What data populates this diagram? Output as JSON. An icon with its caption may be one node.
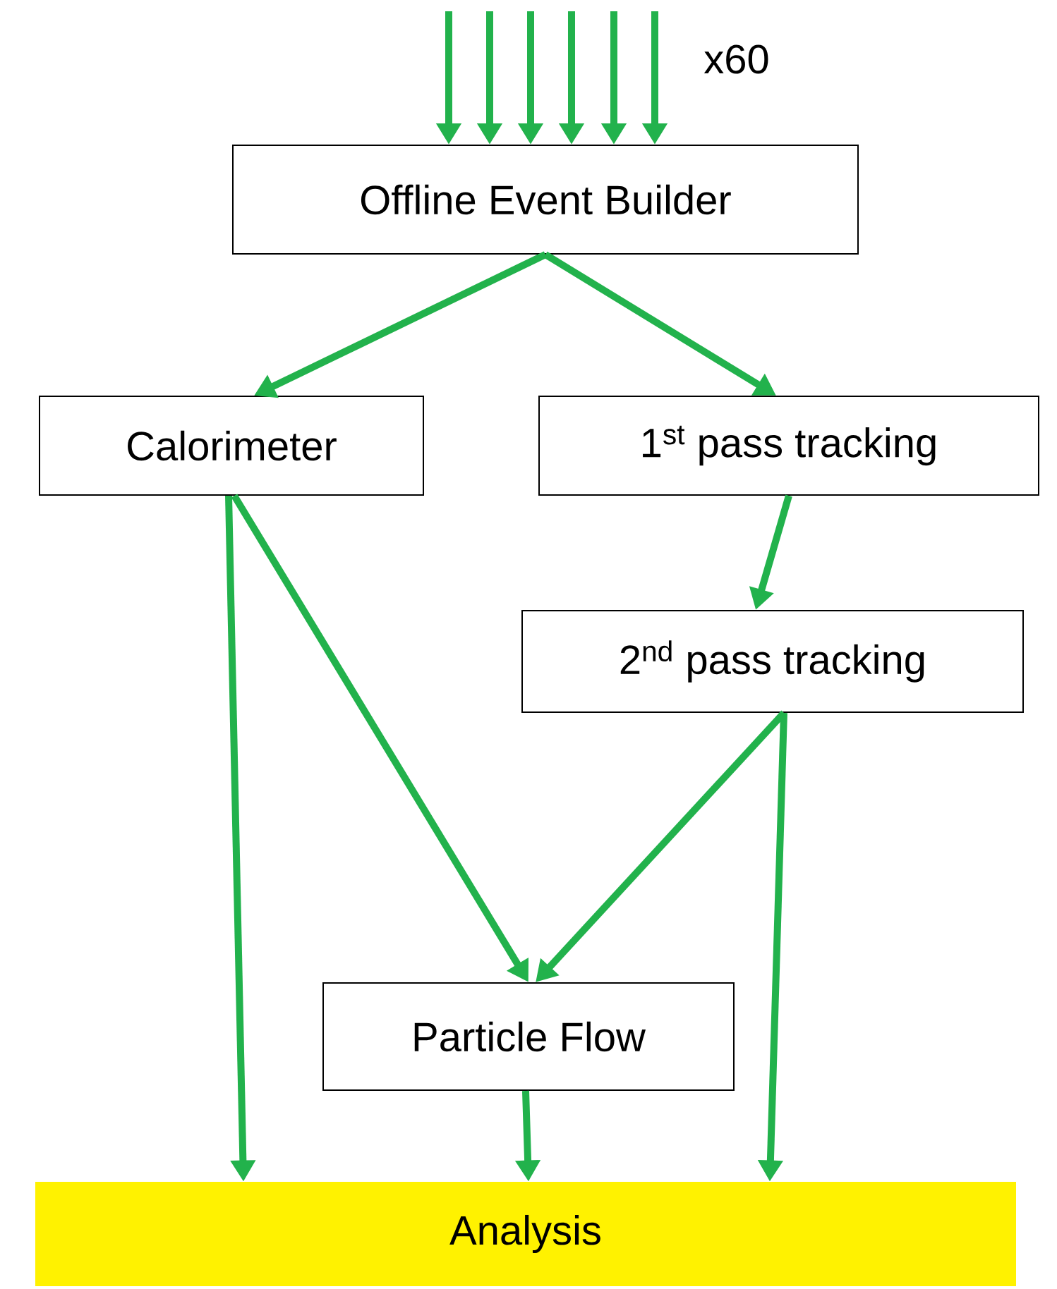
{
  "diagram": {
    "nodes": [
      {
        "text": [
          "Offline Event Builder"
        ]
      },
      {
        "text": [
          "Calorimeter"
        ]
      },
      {
        "text": [
          "1$^{st}$ pass tracking"
        ]
      },
      {
        "text": [
          "2$^{nd}$ pass tracking"
        ]
      },
      {
        "text": [
          "Particle Flow"
        ]
      },
      {
        "text": [
          "Analysis"
        ]
      }
    ],
    "edges": [
      {
        "from": null,
        "to": 0,
        "arrow": "to"
      },
      {
        "from": null,
        "to": 0,
        "arrow": "to"
      },
      {
        "from": null,
        "to": 0,
        "arrow": "to"
      },
      {
        "from": null,
        "to": 0,
        "arrow": "to"
      },
      {
        "from": null,
        "to": 0,
        "arrow": "to"
      },
      {
        "from": null,
        "to": 0,
        "arrow": "to"
      },
      {
        "from": 0,
        "to": 1,
        "arrow": "to"
      },
      {
        "from": 0,
        "to": 2,
        "arrow": "to"
      },
      {
        "from": 1,
        "to": 5,
        "arrow": "to"
      },
      {
        "from": 1,
        "to": 4,
        "arrow": "to"
      },
      {
        "from": 2,
        "to": 3,
        "arrow": "to"
      },
      {
        "from": 3,
        "to": 4,
        "arrow": "to"
      },
      {
        "from": 3,
        "to": 5,
        "arrow": "to"
      },
      {
        "from": 4,
        "to": 5,
        "arrow": "to"
      }
    ],
    "labels": [
      "x60"
    ]
  }
}
